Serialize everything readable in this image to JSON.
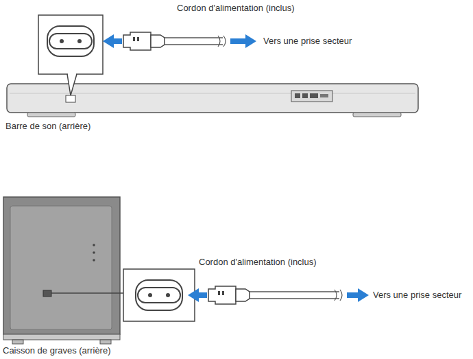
{
  "diagram": {
    "labels": [
      "Cordon d'alimentation (inclus)",
      "Vers une prise secteur",
      "Barre de son (arrière)",
      "Cordon d'alimentation (inclus)",
      "Vers une prise secteur",
      "Caisson de graves (arrière)"
    ]
  }
}
